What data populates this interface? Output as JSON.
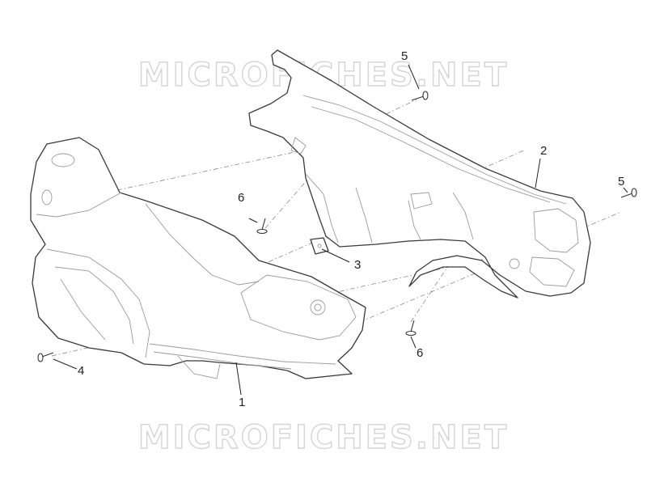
{
  "watermark": {
    "top": "MICROFICHES.NET",
    "bottom": "MICROFICHES.NET"
  },
  "callouts": [
    {
      "id": "front-cover-label",
      "text": "1"
    },
    {
      "id": "rear-cover-label",
      "text": "2"
    },
    {
      "id": "clip-label",
      "text": "3"
    },
    {
      "id": "screw-left-label",
      "text": "4"
    },
    {
      "id": "screw-top-label",
      "text": "5"
    },
    {
      "id": "screw-right-label",
      "text": "5"
    },
    {
      "id": "screw-center-label",
      "text": "6"
    },
    {
      "id": "screw-bottom-label",
      "text": "6"
    }
  ],
  "colors": {
    "line": "#3a3a3a",
    "watermark": "#d4d4d4",
    "background": "#ffffff"
  }
}
